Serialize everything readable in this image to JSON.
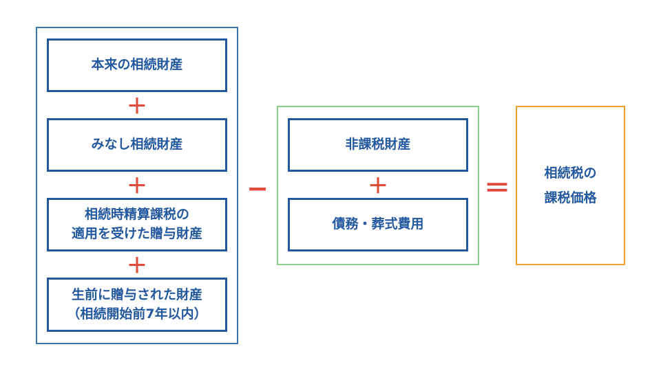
{
  "assets": {
    "items": [
      {
        "lines": [
          "本来の相続財産"
        ]
      },
      {
        "lines": [
          "みなし相続財産"
        ]
      },
      {
        "lines": [
          "相続時精算課税の",
          "適用を受けた贈与財産"
        ]
      },
      {
        "lines": [
          "生前に贈与された財産",
          "（相続開始前7年以内）"
        ]
      }
    ],
    "plus": "＋"
  },
  "minus_symbol": "−",
  "deductions": {
    "items": [
      {
        "lines": [
          "非課税財産"
        ]
      },
      {
        "lines": [
          "債務・葬式費用"
        ]
      }
    ],
    "plus": "＋"
  },
  "equals_symbol": "＝",
  "result": {
    "lines": [
      "相続税の",
      "課税価格"
    ]
  },
  "colors": {
    "box_border": "#23589e",
    "text": "#23589e",
    "operator": "#e04a3a",
    "group_assets_border": "#3a74b0",
    "group_deductions_border": "#8dcf8d",
    "group_result_border": "#f0a030"
  }
}
